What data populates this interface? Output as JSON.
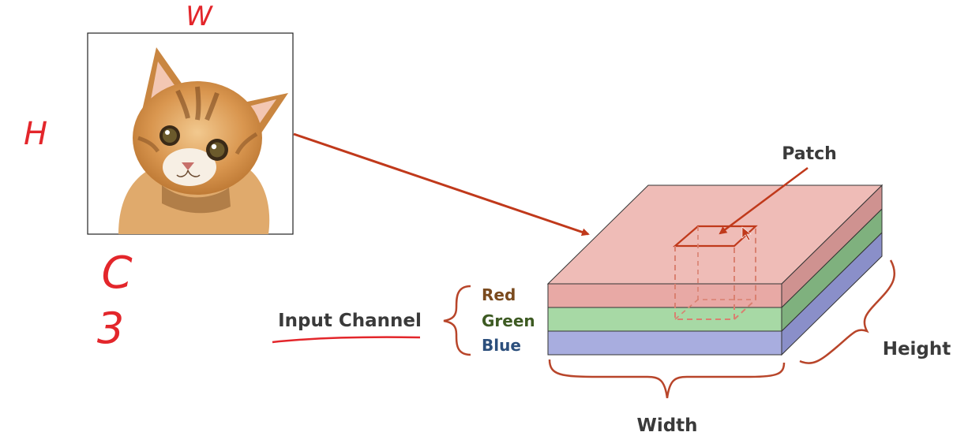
{
  "annotations": {
    "w": "W",
    "h": "H",
    "c": "C",
    "three": "3"
  },
  "diagram": {
    "patch": "Patch",
    "input_channel": "Input Channel",
    "channels": [
      {
        "name": "Red",
        "color": "#7a4a1e"
      },
      {
        "name": "Green",
        "color": "#3d5a22"
      },
      {
        "name": "Blue",
        "color": "#2c4f7c"
      }
    ],
    "width": "Width",
    "height": "Height"
  },
  "colors": {
    "annotation_red": "#e3262b",
    "arrow_red": "#c0391b",
    "layer_red_top": "#efbcb7",
    "layer_red_front": "#e8a9a5",
    "layer_red_side": "#cf9290",
    "layer_green_front": "#a7d9a5",
    "layer_green_side": "#7fb17e",
    "layer_blue_front": "#a8addf",
    "layer_blue_side": "#8a8fc9",
    "brace": "#b8452a",
    "label_dark": "#3a3a3a"
  }
}
